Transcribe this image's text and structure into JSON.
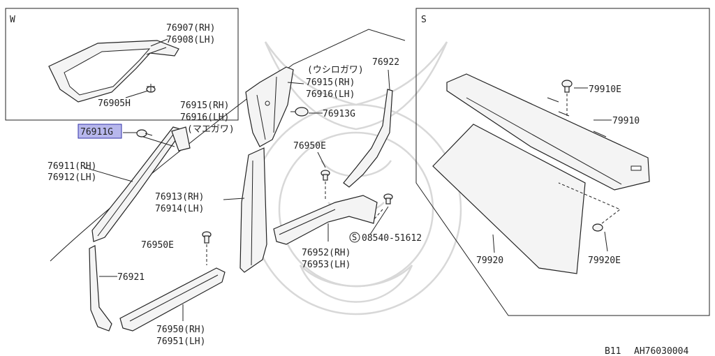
{
  "colors": {
    "line": "#222222",
    "highlight_fill": "#b7b7ec",
    "highlight_border": "#3333aa",
    "watermark": "#d8d8d8"
  },
  "insets": {
    "w": {
      "tag": "W"
    },
    "s": {
      "tag": "S"
    }
  },
  "labels": {
    "p76907_rh": "76907(RH)",
    "p76908_lh": "76908(LH)",
    "p76905h": "76905H",
    "p76911g": "76911G",
    "p76915_rh_front": "76915(RH)",
    "p76916_lh_front": "76916(LH)",
    "maegawa": "(マエガワ)",
    "ushirogawa": "(ウシロガワ)",
    "p76915_rh_rear": "76915(RH)",
    "p76916_lh_rear": "76916(LH)",
    "p76913g": "76913G",
    "p76922": "76922",
    "p76911_rh": "76911(RH)",
    "p76912_lh": "76912(LH)",
    "p76950e_upper": "76950E",
    "p76913_rh": "76913(RH)",
    "p76914_lh": "76914(LH)",
    "p76950e_lower": "76950E",
    "s_symbol": "S",
    "p08540_51612": "08540-51612",
    "p76952_rh": "76952(RH)",
    "p76953_lh": "76953(LH)",
    "p76921": "76921",
    "p76950_rh": "76950(RH)",
    "p76951_lh": "76951(LH)",
    "p79910e": "79910E",
    "p79910": "79910",
    "p79920": "79920",
    "p79920e": "79920E"
  },
  "footer": {
    "model": "B11",
    "code": "AH76030004"
  }
}
